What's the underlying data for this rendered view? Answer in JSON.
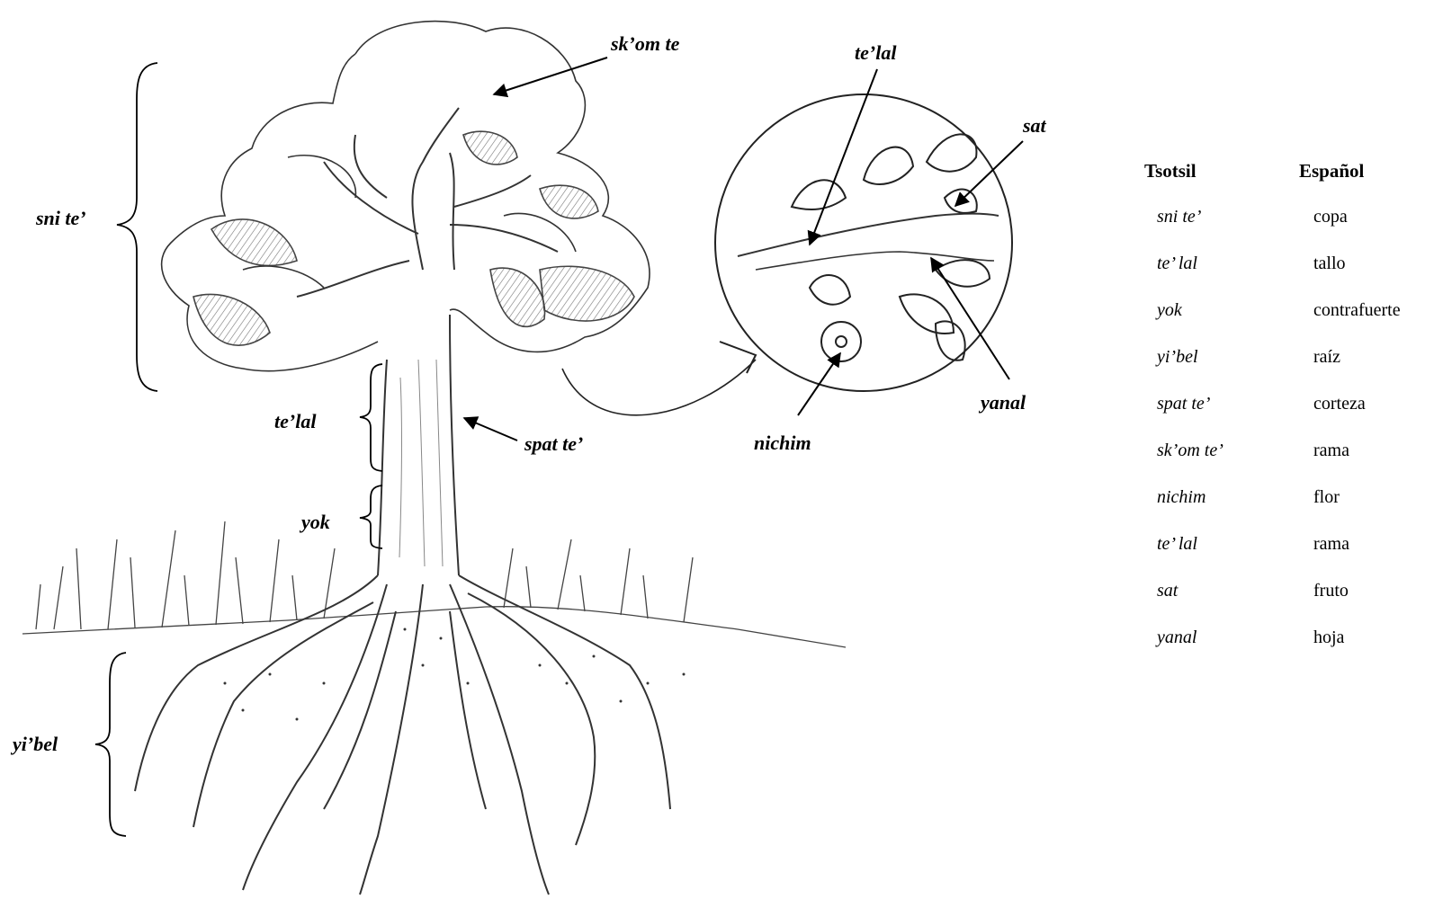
{
  "labels": {
    "crown": "sni te’",
    "branch_top": "sk’om te",
    "trunk": "te’lal",
    "bark": "spat  te’",
    "buttress": "yok",
    "roots": "yi’bel",
    "inset_stem": "te’lal",
    "fruit": "sat",
    "leaf": "yanal",
    "flower": "nichim"
  },
  "legend": {
    "header_tsotsil": "Tsotsil",
    "header_espanol": "Español",
    "rows": [
      {
        "tsotsil": "sni te’",
        "espanol": "copa"
      },
      {
        "tsotsil": "te’ lal",
        "espanol": "tallo"
      },
      {
        "tsotsil": "yok",
        "espanol": "contrafuerte"
      },
      {
        "tsotsil": "yi’bel",
        "espanol": "raíz"
      },
      {
        "tsotsil": "spat te’",
        "espanol": "corteza"
      },
      {
        "tsotsil": "sk’om te’",
        "espanol": "rama"
      },
      {
        "tsotsil": "nichim",
        "espanol": "flor"
      },
      {
        "tsotsil": "te’ lal",
        "espanol": "rama"
      },
      {
        "tsotsil": "sat",
        "espanol": "fruto"
      },
      {
        "tsotsil": "yanal",
        "espanol": "hoja"
      }
    ]
  }
}
